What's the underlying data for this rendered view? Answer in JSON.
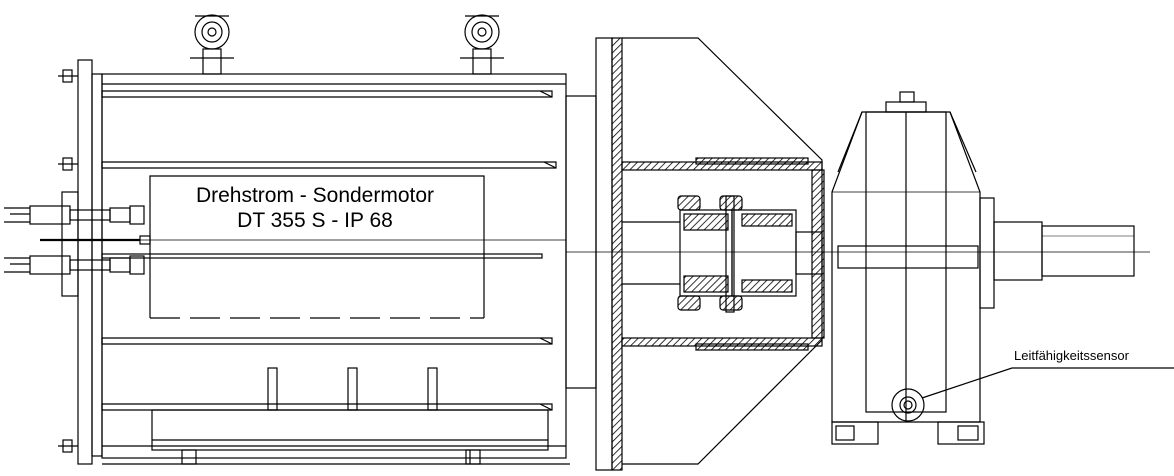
{
  "labels": {
    "motor_title": "Drehstrom - Sondermotor",
    "motor_type": "DT 355 S - IP 68",
    "sensor": "Leitfähigkeitssensor"
  },
  "colors": {
    "line": "#000000",
    "background": "#ffffff",
    "hatch": "#000000"
  }
}
